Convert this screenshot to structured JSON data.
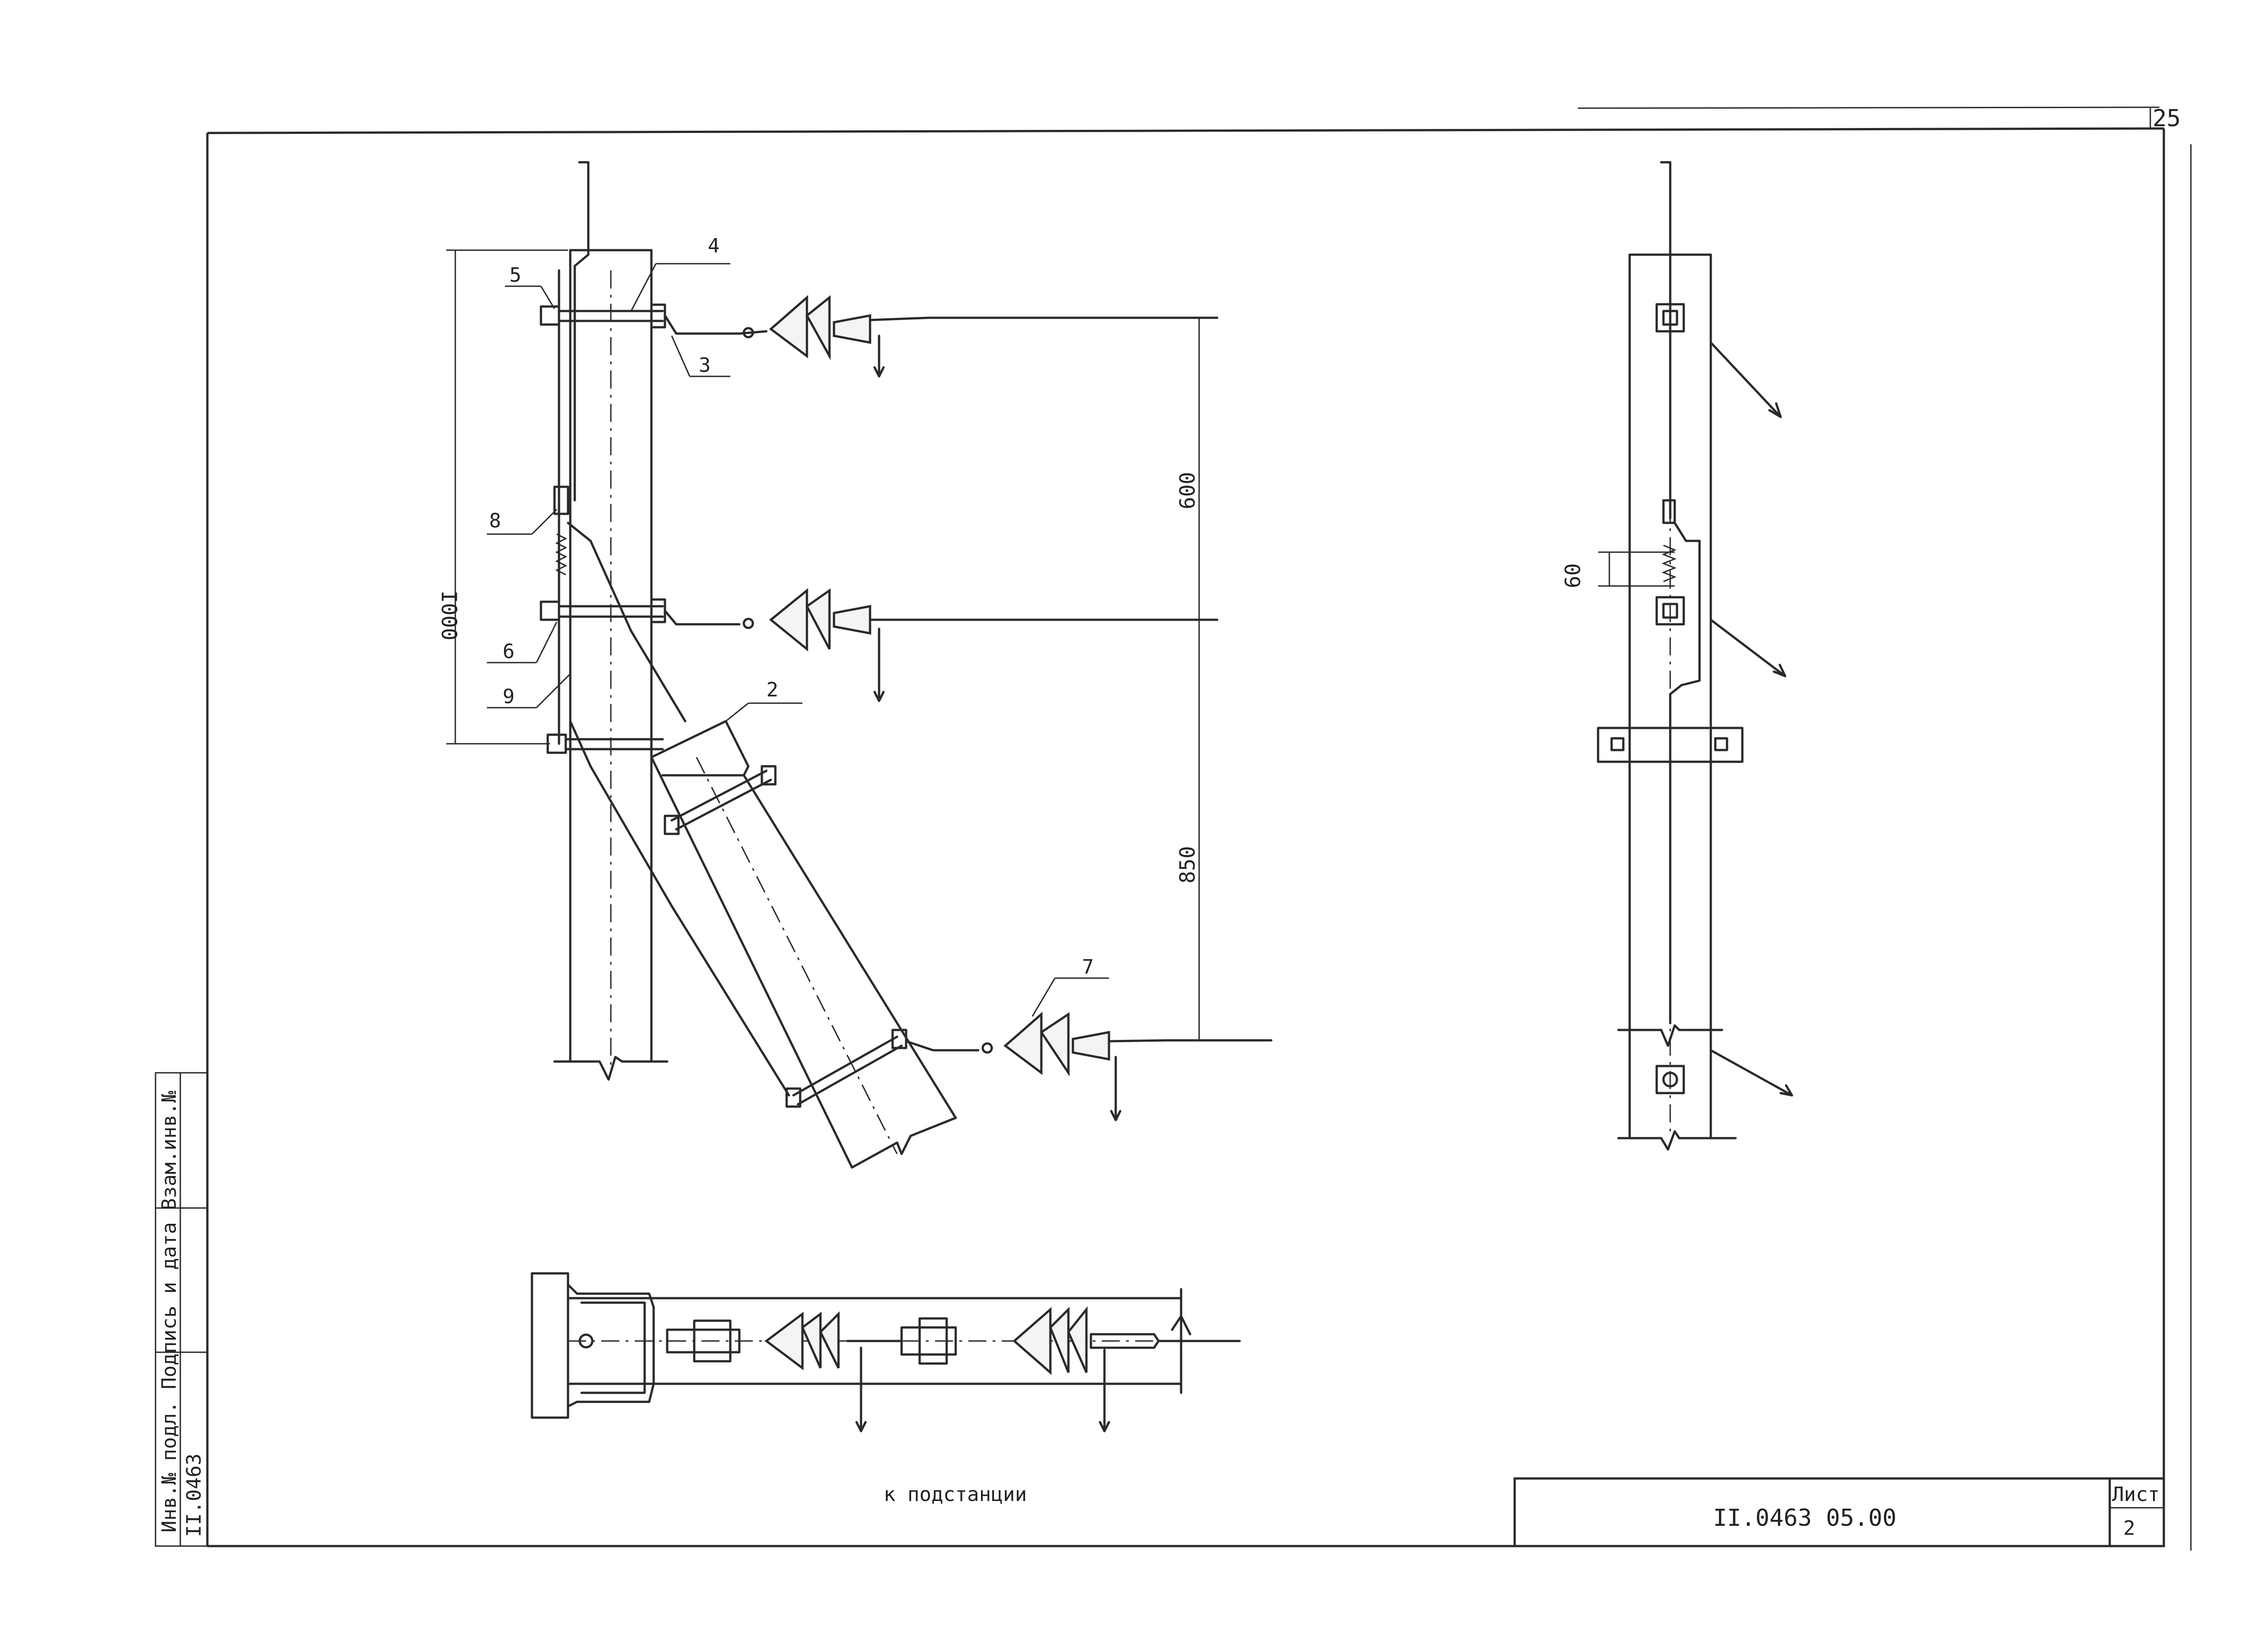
{
  "sheet": {
    "corner_number": "25",
    "caption": "к подстанции",
    "stamp": {
      "designation": "II.0463 05.00",
      "sheet_label": "Лист",
      "sheet_number": "2"
    },
    "side_strip": {
      "text": "Инв.№ подл. Подпись и дата Взам.инв.№",
      "inventory": "II.0463"
    }
  },
  "labels": {
    "pos2": "2",
    "pos3": "3",
    "pos4": "4",
    "pos5": "5",
    "pos6": "6",
    "pos7": "7",
    "pos8": "8",
    "pos9": "9"
  },
  "dimensions": {
    "height_1000": "I000",
    "spacing_600": "600",
    "spacing_850": "850",
    "spring_60": "60"
  }
}
